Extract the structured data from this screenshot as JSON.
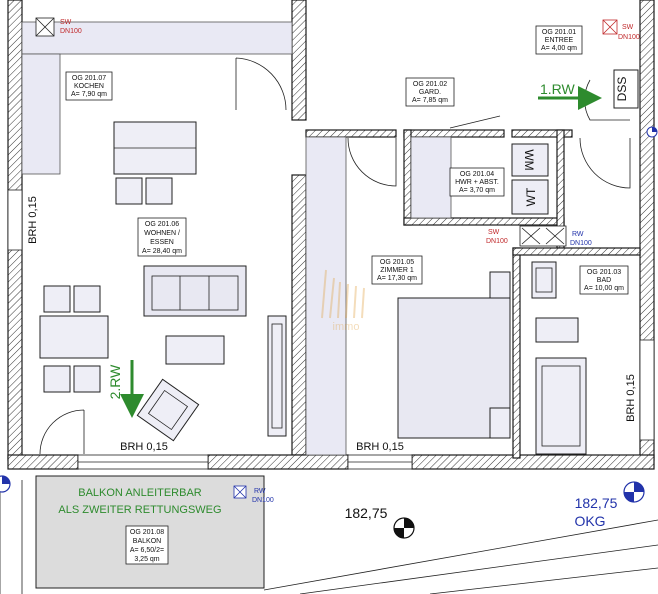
{
  "rooms": {
    "kochen": {
      "code": "OG 201.07",
      "name": "KOCHEN",
      "area": "A= 7,90 qm"
    },
    "wohnen": {
      "code": "OG 201.06",
      "name": "WOHNEN /",
      "name2": "ESSEN",
      "area": "A= 28,40 qm"
    },
    "gard": {
      "code": "OG 201.02",
      "name": "GARD.",
      "area": "A= 7,85 qm"
    },
    "entree": {
      "code": "OG 201.01",
      "name": "ENTREE",
      "area": "A= 4,00 qm"
    },
    "hwr": {
      "code": "OG 201.04",
      "name": "HWR + ABST.",
      "area": "A= 3,70 qm"
    },
    "zimmer": {
      "code": "OG 201.05",
      "name": "ZIMMER 1",
      "area": "A= 17,30 qm"
    },
    "bad": {
      "code": "OG 201.03",
      "name": "BAD",
      "area": "A= 10,00 qm"
    },
    "balkon": {
      "code": "OG 201.08",
      "name": "BALKON",
      "area": "A= 6,50/2=",
      "area2": "3,25 qm"
    }
  },
  "brh": {
    "left": "BRH 0,15",
    "bottom_left": "BRH 0,15",
    "bottom_mid": "BRH 0,15",
    "right": "BRH 0,15"
  },
  "escape": {
    "first": "1.RW",
    "second": "2.RW",
    "balkon_line1": "BALKON ANLEITERBAR",
    "balkon_line2": "ALS ZWEITER RETTUNGSWEG"
  },
  "shafts": {
    "sw_kochen": {
      "code": "SW",
      "size": "DN100"
    },
    "sw_entree": {
      "code": "SW",
      "size": "DN100"
    },
    "sw_hwr": {
      "code": "SW",
      "size": "DN100"
    },
    "rw_hwr": {
      "code": "RW",
      "size": "DN100"
    },
    "rw_balkon": {
      "code": "RW",
      "size": "DN100"
    }
  },
  "appliances": {
    "wm": "WM",
    "wt": "WT",
    "dss": "DSS"
  },
  "elevations": {
    "level1": "182,75",
    "level2": "182,75",
    "level2_sub": "OKG"
  },
  "watermark": "immo",
  "colors": {
    "walls": "#1a1a1a",
    "escape_green": "#2e8b2e",
    "shaft_red": "#c0282a",
    "level_blue": "#2233aa",
    "balkon_fill": "#dcdcdc"
  }
}
